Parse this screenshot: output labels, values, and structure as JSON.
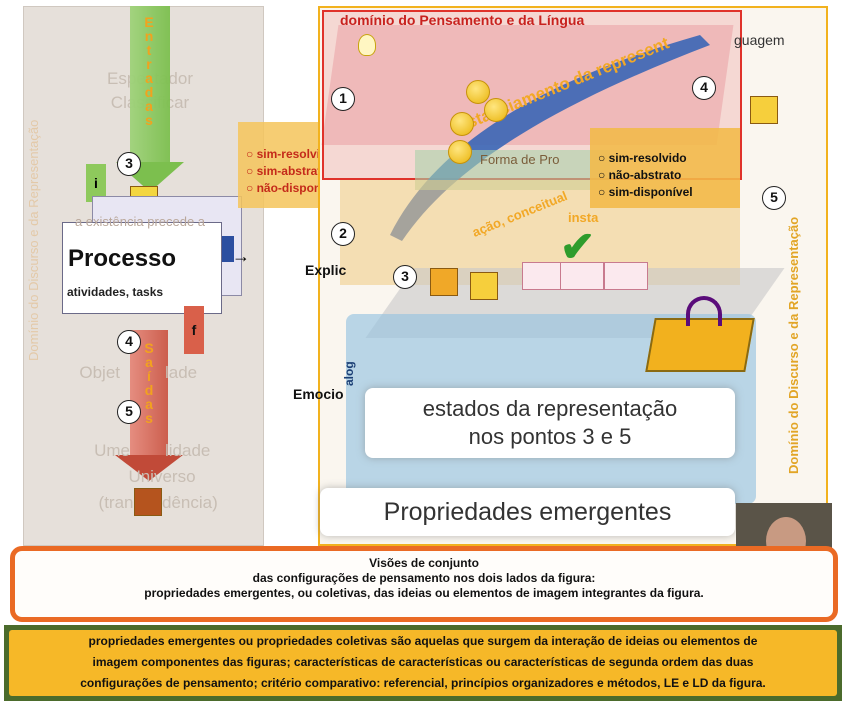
{
  "left": {
    "vertical_label": "Domínio do Discurso e da Representação",
    "espec": "Espectador",
    "classificar": "Classificar",
    "entradas": "Entradas",
    "saidas": "Saídas",
    "i_label": "i",
    "f_label": "f",
    "ghost_text": "a existência precede a",
    "process_title": "Processo",
    "process_sub": "atividades, tasks",
    "objet": "Objet",
    "lade": "lade",
    "ume": "Ume",
    "lidade": "lidade",
    "universo": "Universo",
    "trans": "(trans",
    "dencia": "dência)",
    "circle_3": "3",
    "circle_4": "4",
    "circle_5": "5"
  },
  "right": {
    "domain_title": "domínio do Pensamento e da Língua",
    "guagem": "guagem",
    "forma": "Forma de Pro",
    "instanciamento": "Instanciamento da represent",
    "inst_sub": "ação, conceitual",
    "inst_sub2": "insta",
    "explic": "Explic",
    "emocio": "Emocio",
    "alog": "alog",
    "vertical_label": "Domínio do Discurso e da Representação",
    "circles": [
      "1",
      "2",
      "3",
      "4",
      "5"
    ],
    "opts_left": [
      "sim-resolvido",
      "sim-abstrato",
      "não-disponível"
    ],
    "opts_right": [
      "sim-resolvido",
      "não-abstrato",
      "sim-disponível"
    ]
  },
  "cards": {
    "estados_line1": "estados da representação",
    "estados_line2": "nos pontos 3 e 5",
    "propriedades": "Propriedades emergentes"
  },
  "visoes": {
    "line1": "Visões de conjunto",
    "line2": "das configurações de pensamento nos dois lados da figura:",
    "line3": "propriedades emergentes, ou coletivas, das ideias ou elementos de imagem integrantes da figura."
  },
  "bottom": {
    "line1": "propriedades emergentes ou propriedades coletivas são aquelas que surgem da interação de ideias ou elementos de",
    "line2": "imagem componentes das figuras; características de características ou características de segunda ordem das duas",
    "line3": "configurações de pensamento; critério comparativo: referencial, princípios organizadores e métodos, LE e LD da figura."
  },
  "colors": {
    "orange_border": "#ea6a24",
    "green_band": "#4b6b2c",
    "yellow_fill": "#f6b828",
    "red_domain": "#e0322a"
  }
}
